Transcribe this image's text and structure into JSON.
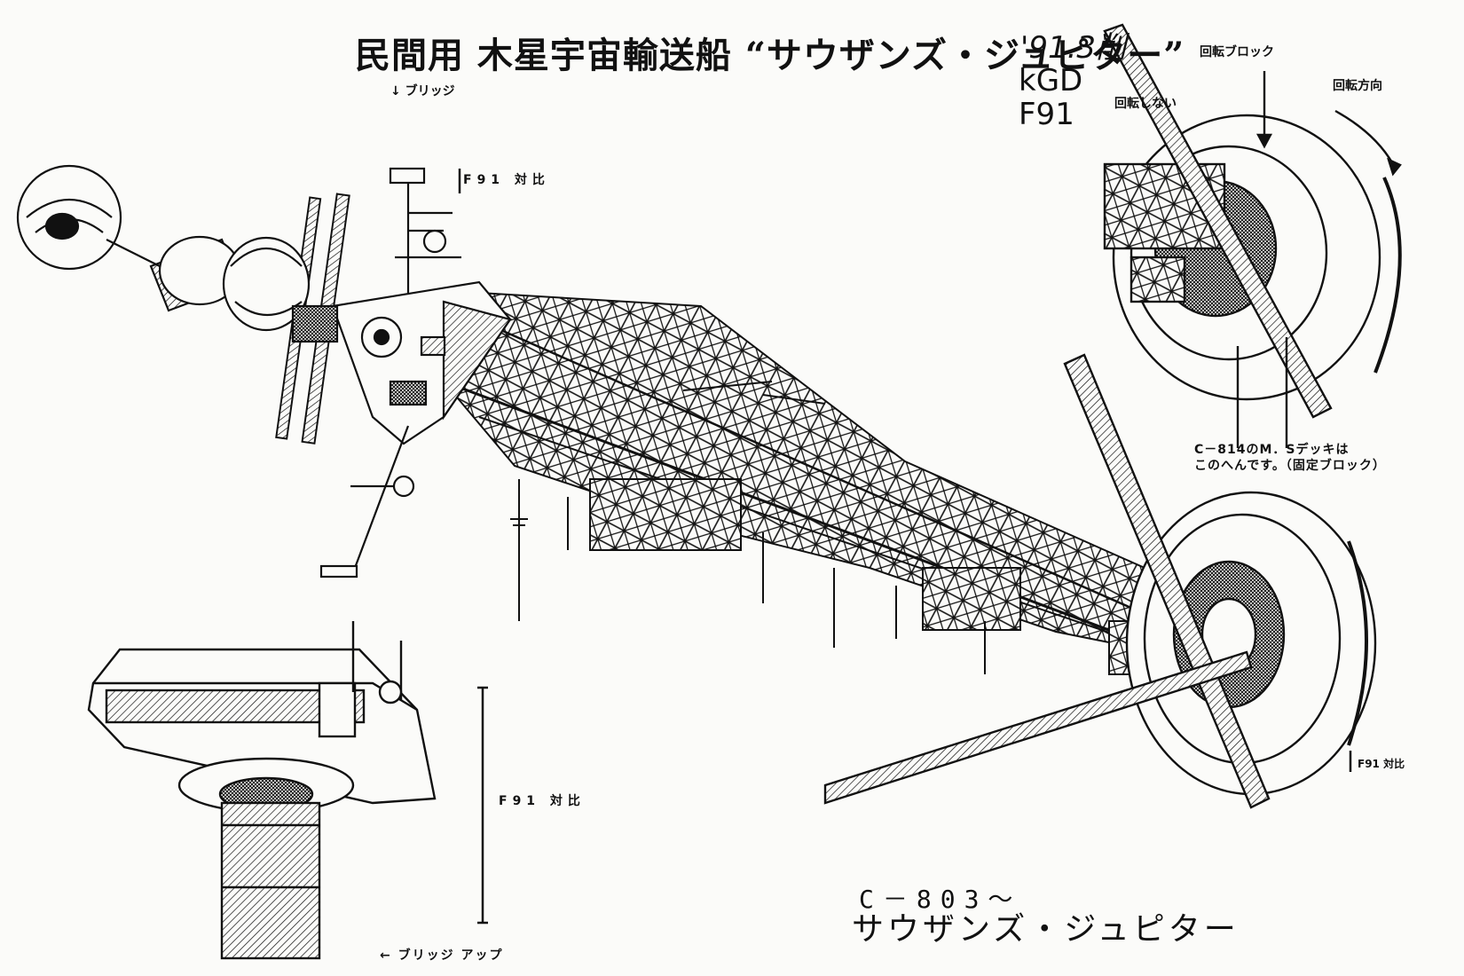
{
  "title": "民間用 木星宇宙輸送船 “サウザンズ・ジュピター”",
  "date": "'91.3削",
  "studio": "kGD",
  "project": "F91",
  "labels": {
    "bridge": "↓ ブリッジ",
    "scale_top": "F91 対比",
    "rotating_block": "回転ブロック",
    "non_rotating": "回転しない",
    "rotation_direction": "回転方向",
    "deck_note_line1": "C－814のM．Sデッキは",
    "deck_note_line2": "このへんです。（固定ブロック）",
    "scale_side": "F91 対比",
    "scale_bridge": "F91 対比",
    "bridge_up": "← ブリッジ アップ"
  },
  "ship_code": "C－803～",
  "ship_name": "サウザンズ・ジュピター",
  "colors": {
    "ink": "#111111",
    "paper": "#fbfbf9"
  }
}
